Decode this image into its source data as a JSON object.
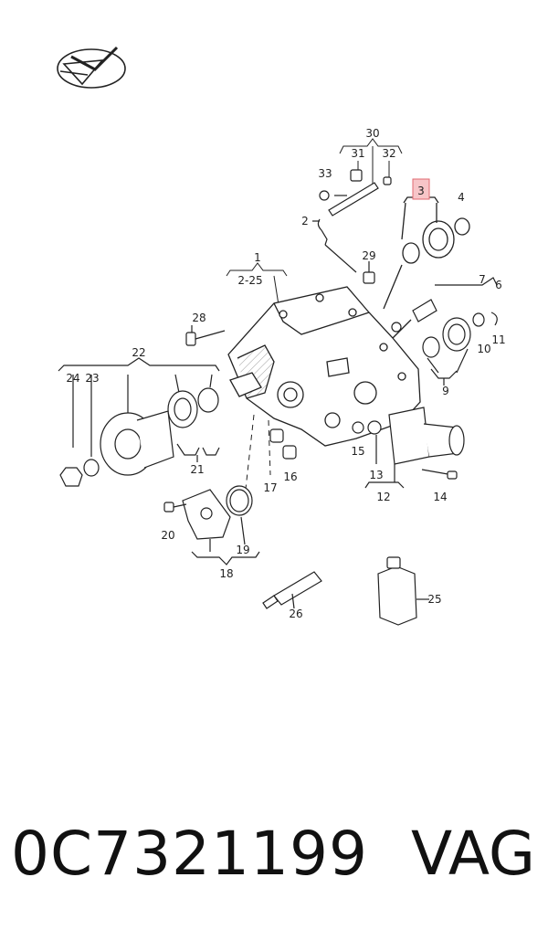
{
  "diagram": {
    "callouts": [
      "30",
      "31",
      "32",
      "33",
      "3",
      "4",
      "2",
      "29",
      "1",
      "2-25",
      "7",
      "6",
      "28",
      "22",
      "24",
      "23",
      "10",
      "11",
      "9",
      "21",
      "15",
      "13",
      "12",
      "14",
      "17",
      "16",
      "20",
      "19",
      "18",
      "26",
      "25"
    ],
    "highlighted": "3"
  },
  "footer": {
    "part_number": "0C7321199",
    "brand": "VAG"
  },
  "colors": {
    "line": "#222222",
    "highlight_fill": "#f7c5c8",
    "highlight_stroke": "#e06a72"
  }
}
